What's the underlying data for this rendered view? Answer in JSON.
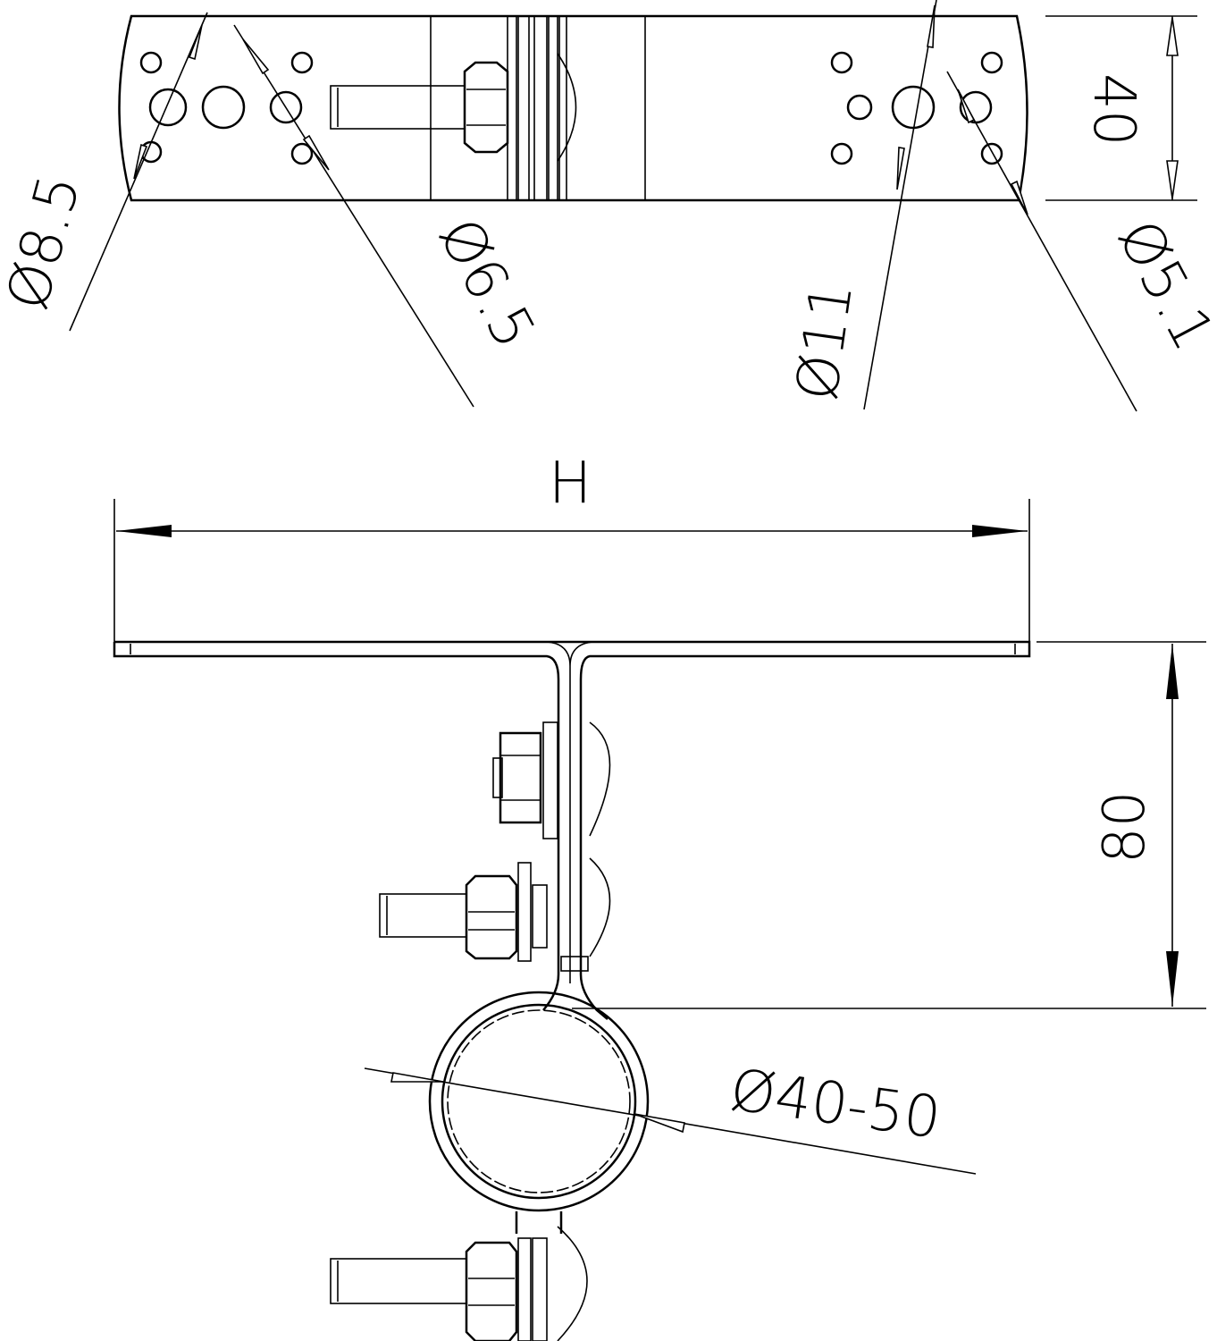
{
  "drawing": {
    "top_view": {
      "dims": {
        "hole_a": "Ø8.5",
        "hole_b": "Ø6.5",
        "hole_c": "Ø11",
        "hole_d": "Ø5.1",
        "height": "40"
      }
    },
    "front_view": {
      "dims": {
        "width": "H",
        "depth": "80",
        "pipe_range": "Ø40-50"
      }
    }
  }
}
